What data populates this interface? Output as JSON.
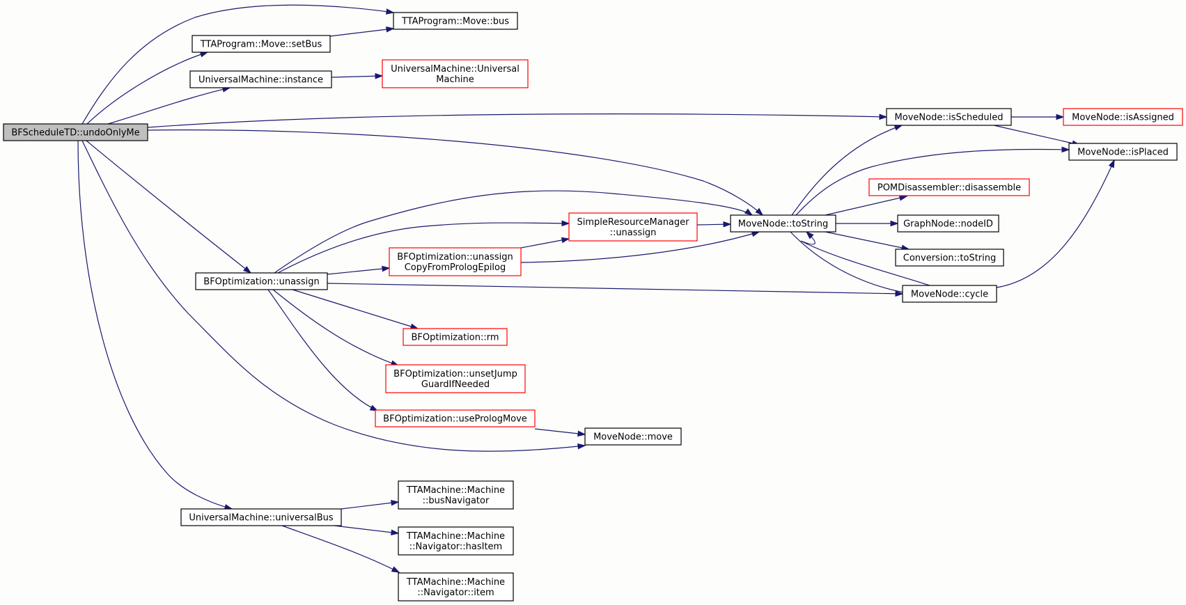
{
  "colors": {
    "edge": "#191970",
    "border_normal": "#000000",
    "border_truncated": "#ff0000",
    "fill_root": "#bfbfbf",
    "fill_node": "#ffffff"
  },
  "nodes": [
    {
      "id": "undoOnlyMe",
      "lines": [
        "BFScheduleTD::undoOnlyMe"
      ],
      "style": "root"
    },
    {
      "id": "moveBus",
      "lines": [
        "TTAProgram::Move::bus"
      ],
      "style": "normal"
    },
    {
      "id": "setBus",
      "lines": [
        "TTAProgram::Move::setBus"
      ],
      "style": "normal"
    },
    {
      "id": "umInstance",
      "lines": [
        "UniversalMachine::instance"
      ],
      "style": "normal"
    },
    {
      "id": "umCtor",
      "lines": [
        "UniversalMachine::Universal",
        "Machine"
      ],
      "style": "truncated"
    },
    {
      "id": "isScheduled",
      "lines": [
        "MoveNode::isScheduled"
      ],
      "style": "normal"
    },
    {
      "id": "isAssigned",
      "lines": [
        "MoveNode::isAssigned"
      ],
      "style": "truncated"
    },
    {
      "id": "isPlaced",
      "lines": [
        "MoveNode::isPlaced"
      ],
      "style": "normal"
    },
    {
      "id": "disassemble",
      "lines": [
        "POMDisassembler::disassemble"
      ],
      "style": "truncated"
    },
    {
      "id": "toString",
      "lines": [
        "MoveNode::toString"
      ],
      "style": "normal"
    },
    {
      "id": "nodeID",
      "lines": [
        "GraphNode::nodeID"
      ],
      "style": "normal"
    },
    {
      "id": "srmUnassign",
      "lines": [
        "SimpleResourceManager",
        "::unassign"
      ],
      "style": "truncated"
    },
    {
      "id": "convToString",
      "lines": [
        "Conversion::toString"
      ],
      "style": "normal"
    },
    {
      "id": "unassignCopy",
      "lines": [
        "BFOptimization::unassign",
        "CopyFromPrologEpilog"
      ],
      "style": "truncated"
    },
    {
      "id": "bfoUnassign",
      "lines": [
        "BFOptimization::unassign"
      ],
      "style": "normal"
    },
    {
      "id": "cycle",
      "lines": [
        "MoveNode::cycle"
      ],
      "style": "normal"
    },
    {
      "id": "rm",
      "lines": [
        "BFOptimization::rm"
      ],
      "style": "truncated"
    },
    {
      "id": "unsetJump",
      "lines": [
        "BFOptimization::unsetJump",
        "GuardIfNeeded"
      ],
      "style": "truncated"
    },
    {
      "id": "usePrologMove",
      "lines": [
        "BFOptimization::usePrologMove"
      ],
      "style": "truncated"
    },
    {
      "id": "mnMove",
      "lines": [
        "MoveNode::move"
      ],
      "style": "normal"
    },
    {
      "id": "busNavigator",
      "lines": [
        "TTAMachine::Machine",
        "::busNavigator"
      ],
      "style": "normal"
    },
    {
      "id": "universalBus",
      "lines": [
        "UniversalMachine::universalBus"
      ],
      "style": "normal"
    },
    {
      "id": "hasItem",
      "lines": [
        "TTAMachine::Machine",
        "::Navigator::hasItem"
      ],
      "style": "normal"
    },
    {
      "id": "navItem",
      "lines": [
        "TTAMachine::Machine",
        "::Navigator::item"
      ],
      "style": "normal"
    }
  ]
}
